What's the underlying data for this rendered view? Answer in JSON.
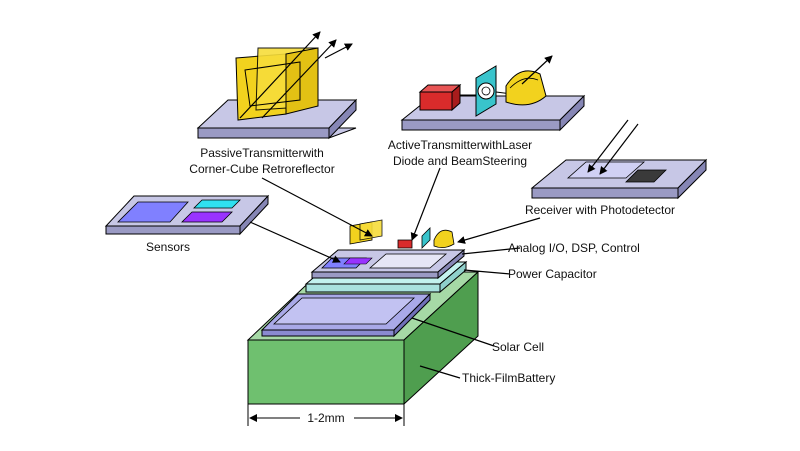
{
  "labels": {
    "passive_line1": "PassiveTransmitterwith",
    "passive_line2": "Corner-Cube Retroreflector",
    "active_line1": "ActiveTransmitterwithLaser",
    "active_line2": "Diode and BeamSteering",
    "receiver": "Receiver with Photodetector",
    "sensors": "Sensors",
    "analog": "Analog I/O, DSP, Control",
    "power": "Power Capacitor",
    "solar": "Solar Cell",
    "battery": "Thick-FilmBattery",
    "dimension": "1-2mm"
  },
  "colors": {
    "platform": "#c7c7e6",
    "platform_side": "#9a9ac4",
    "retroreflector": "#f2d21e",
    "laser": "#d92b2b",
    "lens": "#39c4cc",
    "sensor_blue": "#8080ff",
    "sensor_cyan": "#2fe0f0",
    "sensor_purple": "#9933ff",
    "battery_top": "#a6d9a6",
    "battery_front": "#6fc06f",
    "battery_side": "#4f9e4f",
    "power_capacitor": "#c3f2ee",
    "solar_cell": "#a9a9e8"
  }
}
